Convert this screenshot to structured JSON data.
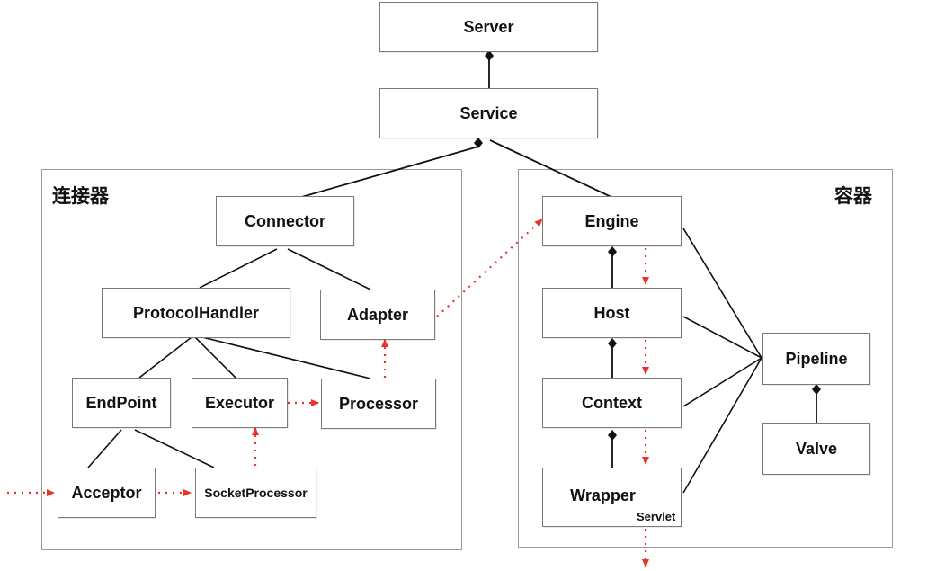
{
  "groups": {
    "connector_label": "连接器",
    "container_label": "容器"
  },
  "nodes": {
    "server": "Server",
    "service": "Service",
    "connector": "Connector",
    "protocol_handler": "ProtocolHandler",
    "adapter": "Adapter",
    "endpoint": "EndPoint",
    "executor": "Executor",
    "processor": "Processor",
    "acceptor": "Acceptor",
    "socket_processor": "SocketProcessor",
    "engine": "Engine",
    "host": "Host",
    "context": "Context",
    "wrapper": "Wrapper",
    "wrapper_sub": "Servlet",
    "pipeline": "Pipeline",
    "valve": "Valve"
  },
  "colors": {
    "flow_arrow": "#e8322a",
    "structure_line": "#111111",
    "box_border": "#7a7a7a",
    "group_border": "#9a9a9a"
  }
}
